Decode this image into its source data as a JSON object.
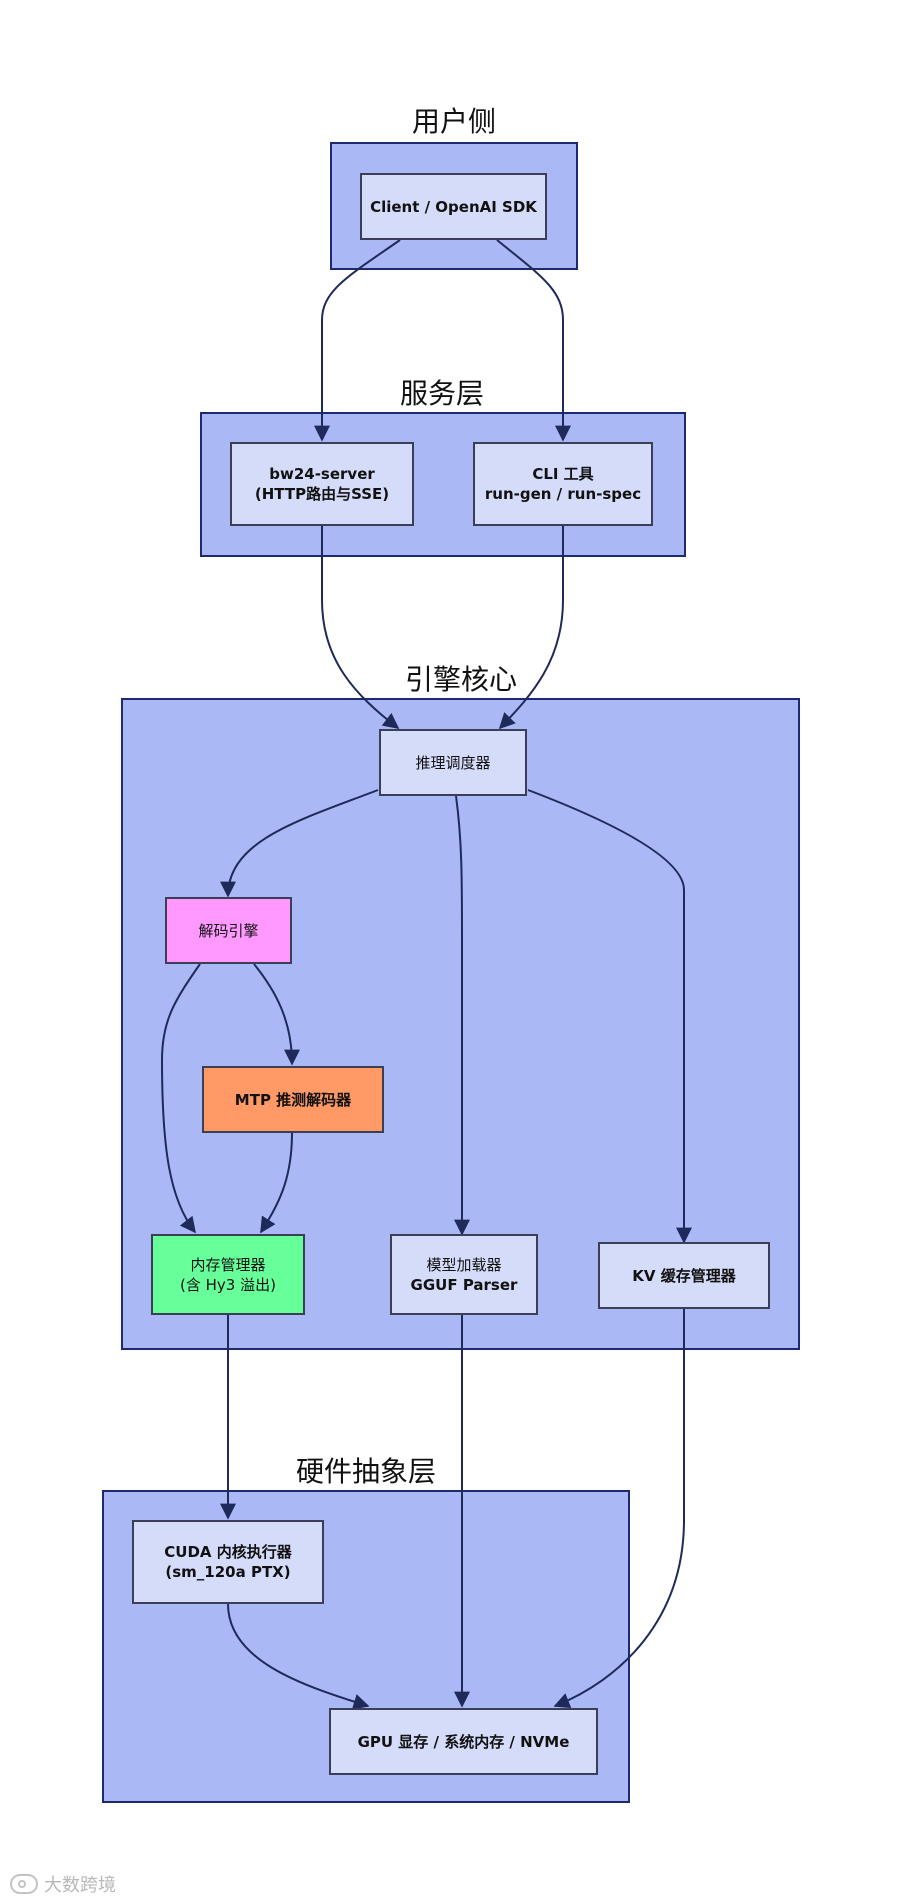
{
  "groups": {
    "user_side": "用户侧",
    "service_layer": "服务层",
    "engine_core": "引擎核心",
    "hardware_layer": "硬件抽象层"
  },
  "nodes": {
    "client": {
      "line1": "Client / OpenAI SDK"
    },
    "server": {
      "line1": "bw24-server",
      "line2": "(HTTP路由与SSE)"
    },
    "cli": {
      "line1": "CLI 工具",
      "line2": "run-gen / run-spec"
    },
    "scheduler": {
      "line1": "推理调度器"
    },
    "decode": {
      "line1": "解码引擎"
    },
    "mtp": {
      "line1": "MTP 推测解码器"
    },
    "memory": {
      "line1": "内存管理器",
      "line2": "(含 Hy3 溢出)"
    },
    "loader": {
      "line1": "模型加载器",
      "line2": "GGUF Parser"
    },
    "kv": {
      "line1": "KV 缓存管理器"
    },
    "cuda": {
      "line1": "CUDA 内核执行器",
      "line2": "(sm_120a PTX)"
    },
    "gpu": {
      "line1": "GPU 显存 / 系统内存 / NVMe"
    }
  },
  "colors": {
    "group_fill": "#aab9f6",
    "node_fill": "#d5dcfa",
    "decode_fill": "#ff99ff",
    "mtp_fill": "#ff9966",
    "memory_fill": "#66ff99",
    "edge": "#1d2a5a"
  },
  "watermark": {
    "text": "大数跨境",
    "icon": "chat-bubble-icon"
  }
}
